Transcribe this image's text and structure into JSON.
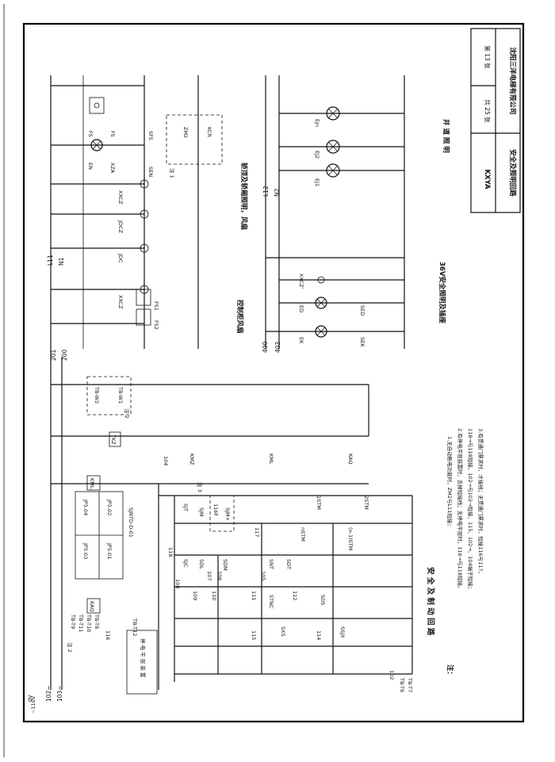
{
  "title_block": {
    "code": "KXYA",
    "total_sheets": "共 25 张",
    "sheet_no": "第 13 张",
    "drawing_name": "安全及照明回路",
    "company": "沈阳三洋电梯有限公司"
  },
  "section_titles": {
    "safety_circuit": "安 全 及 制 动 回 路",
    "pit_lighting": "36V安全照明及插座",
    "car_top_lighting": "轿顶及轿厢照明，风扇",
    "shaft_lighting": "井 道 照 明",
    "control_cabinet_fan": "控制柜风扇"
  },
  "notes": {
    "heading": "注：",
    "lines": [
      "1.无自动断电功能时，ZM2与L11短接；",
      "2.有停电平层装置时，去掉短接线；无停电平层时，116→与118短接。",
      "118→与118短接，102→与102→短接，115、102→、104端子短接；",
      "3.有贯通门票求时，才接线；无贯通门票求时，短接116与117。"
    ]
  },
  "bus_labels": {
    "v0": "0V",
    "v110": "~110V",
    "n102": "102~",
    "n103": "103~",
    "n201": "201",
    "n200": "200",
    "l11": "L11",
    "n1": "N1",
    "l12": "L12",
    "n2": "N2",
    "n400": "400",
    "n403": "403"
  },
  "components": {
    "relay_box": [
      "JP5.04",
      "JP5.03",
      "JP5.02",
      "JP5.01"
    ],
    "relay_model": "SJNTD-D-01",
    "kaq": "KAQ",
    "kml": "KML",
    "kmz": "KMZ",
    "km1": "KML",
    "ka1": "KAQ",
    "tkz": "TKZ",
    "tb_w2": "TB-W2",
    "tb_w1": "TB-W1",
    "tb_left": [
      "TB-T9",
      "TB-T11",
      "TB-T10",
      "TB-T8"
    ],
    "tb_t12": "TB-T12",
    "tb_t6": "TB-T6",
    "tb_t7": "TB-T7",
    "power_fail_device": "停 电 平 层 装 置",
    "switches": [
      "SJT",
      "SJC",
      "SJM",
      "SDL",
      "SDM",
      "SNT",
      "SDT",
      "STNC",
      "SDS",
      "SXS",
      "SSJX",
      "1STM",
      "2STM",
      "nSTM",
      "(n-1)STM",
      "116F",
      "SJM+"
    ],
    "wire_numbers": [
      "104",
      "105",
      "106",
      "107",
      "108",
      "109",
      "110",
      "111",
      "112",
      "114",
      "115",
      "116",
      "117",
      "118",
      "102"
    ],
    "car_lighting": [
      "FS",
      "FS",
      "EN",
      "XZA",
      "SFS",
      "SEN",
      "XXCZ",
      "JDCZ",
      "JDC",
      "XXCZ",
      "ZM2",
      "KCR"
    ],
    "pit_items": [
      "XXCZ'",
      "ED",
      "EK",
      "SED",
      "SEK"
    ],
    "shaft_lamps": [
      "EJn",
      "EJ2",
      "EJ1"
    ],
    "fan_items": [
      "FS1",
      "FS2"
    ],
    "note_ref": [
      "注 1",
      "注 2",
      "注 2",
      "注 3"
    ]
  }
}
